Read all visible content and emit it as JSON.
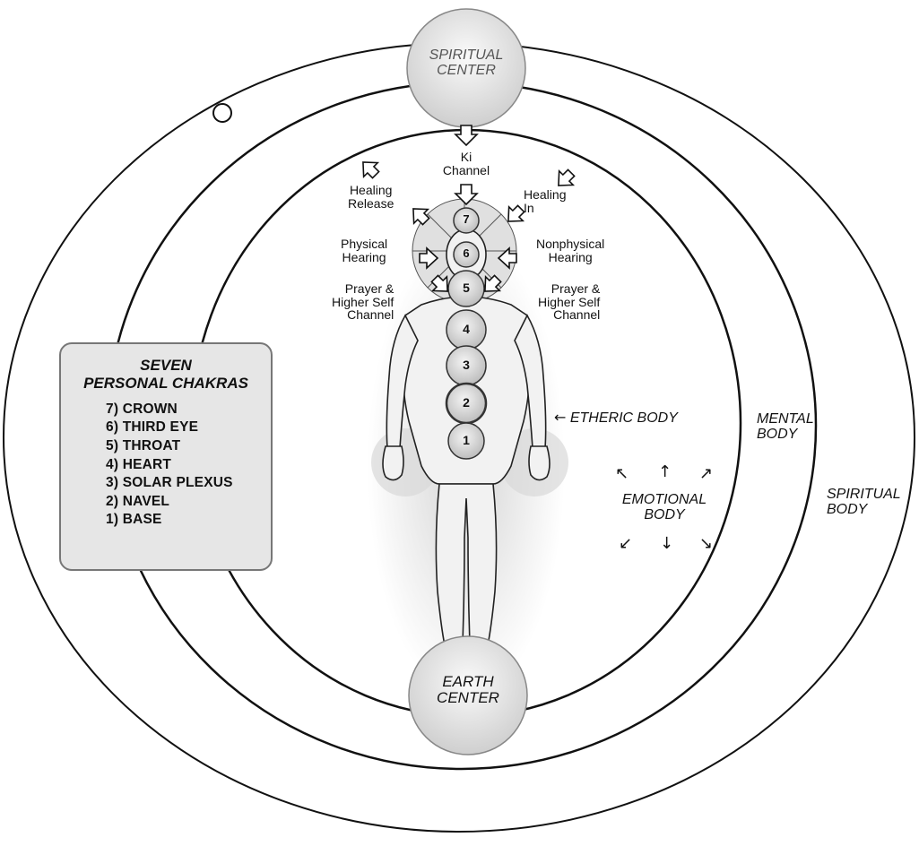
{
  "centers": {
    "spiritual": [
      "SPIRITUAL",
      "CENTER"
    ],
    "earth": [
      "EARTH",
      "CENTER"
    ]
  },
  "bodies": {
    "etheric": "ETHERIC BODY",
    "emotional": [
      "EMOTIONAL",
      "BODY"
    ],
    "mental": [
      "MENTAL",
      "BODY"
    ],
    "spiritual": [
      "SPIRITUAL",
      "BODY"
    ]
  },
  "channels": {
    "ki": [
      "Ki",
      "Channel"
    ],
    "healing_release": [
      "Healing",
      "Release"
    ],
    "healing_in": [
      "Healing",
      "In"
    ],
    "physical_hearing": [
      "Physical",
      "Hearing"
    ],
    "nonphysical_hearing": [
      "Nonphysical",
      "Hearing"
    ],
    "prayer_left": [
      "Prayer &",
      "Higher Self",
      "Channel"
    ],
    "prayer_right": [
      "Prayer &",
      "Higher Self",
      "Channel"
    ]
  },
  "chakra_numbers": [
    "1",
    "2",
    "3",
    "4",
    "5",
    "6",
    "7"
  ],
  "legend": {
    "title": [
      "SEVEN",
      "PERSONAL CHAKRAS"
    ],
    "items": [
      "7) CROWN",
      "6) THIRD EYE",
      "5) THROAT",
      "4) HEART",
      "3) SOLAR PLEXUS",
      "2) NAVEL",
      "1) BASE"
    ]
  },
  "glyphs": {
    "etheric_arrow": "←",
    "emotional_arrows": [
      "↖",
      "↑",
      "↗",
      "↙",
      "↓",
      "↘"
    ]
  },
  "colors": {
    "ring": "#111111",
    "glow": "#d9d9d9",
    "sphere_fill": "#e2e2e2",
    "legend_fill": "#e6e6e6"
  }
}
